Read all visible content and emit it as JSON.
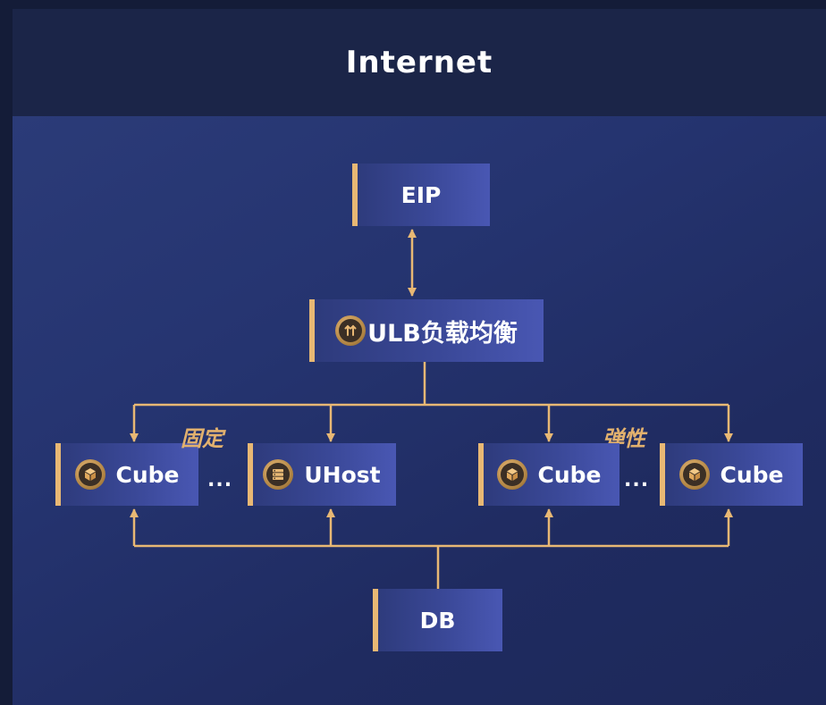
{
  "header": {
    "title": "Internet"
  },
  "nodes": {
    "eip": {
      "label": "EIP"
    },
    "ulb": {
      "label": "ULB负载均衡",
      "icon": "load-balancer-icon"
    },
    "cube_fixed": {
      "label": "Cube",
      "icon": "cube-box-icon"
    },
    "uhost": {
      "label": "UHost",
      "icon": "server-icon"
    },
    "cube_elastic_1": {
      "label": "Cube",
      "icon": "cube-box-icon"
    },
    "cube_elastic_2": {
      "label": "Cube",
      "icon": "cube-box-icon"
    },
    "db": {
      "label": "DB"
    }
  },
  "groups": {
    "fixed_label": "固定",
    "elastic_label": "弹性",
    "ellipsis": "..."
  },
  "colors": {
    "accent": "#e8b874",
    "background": "#141c38",
    "header_band": "#1b2548",
    "panel": "#25346f",
    "node": "#3a4897"
  }
}
